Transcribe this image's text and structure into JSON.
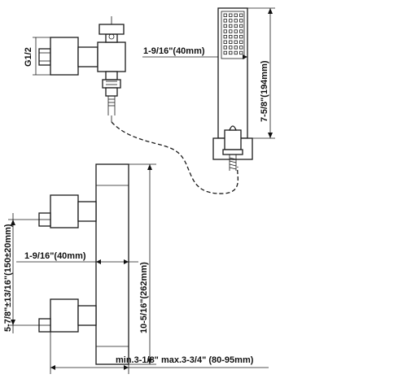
{
  "labels": {
    "thread_size": "G1/2",
    "hand_shower_offset": "1-9/16\"(40mm)",
    "hand_shower_height": "7-5/8\"(194mm)",
    "body_offset": "1-9/16\"(40mm)",
    "body_height": "10-5/16\"(262mm)",
    "center_distance": "5-7/8\"±13/16\"(150±20mm)",
    "wall_projection": "min.3-1/8\" max.3-3/4\" (80-95mm)"
  }
}
